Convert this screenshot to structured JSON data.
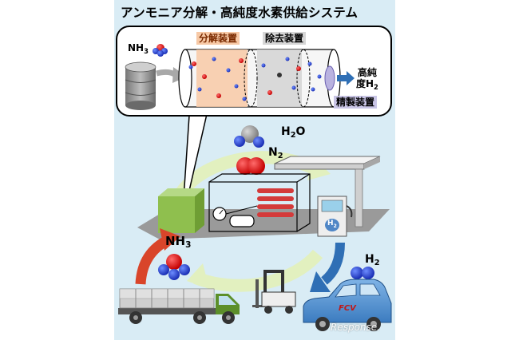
{
  "title": "アンモニア分解・高純度水素供給システム",
  "callout": {
    "nh3_label": "NH",
    "nh3_sub": "3",
    "decomposer_label": "分解装置",
    "remover_label": "除去装置",
    "high_purity_line1": "高純",
    "high_purity_line2": "度H",
    "high_purity_sub": "2",
    "purifier_label": "精製装置"
  },
  "products": {
    "h2o_main": "H",
    "h2o_sub": "2",
    "h2o_end": "O",
    "n2_main": "N",
    "n2_sub": "2"
  },
  "nh3_center": {
    "main": "NH",
    "sub": "3"
  },
  "h2_right": {
    "main": "H",
    "sub": "2"
  },
  "dispenser": {
    "main": "H",
    "sub": "2"
  },
  "car_label": "FCV",
  "watermark": "Response.",
  "colors": {
    "panel_bg": "#d9ecf5",
    "cycle_arrow": "#e2f0bf",
    "red_arrow": "#d9452a",
    "blue_arrow": "#2f6fb5",
    "nh3_box": "#8fbf4e",
    "truck_cab": "#5c8f2a",
    "car": "#4d8fd1"
  }
}
